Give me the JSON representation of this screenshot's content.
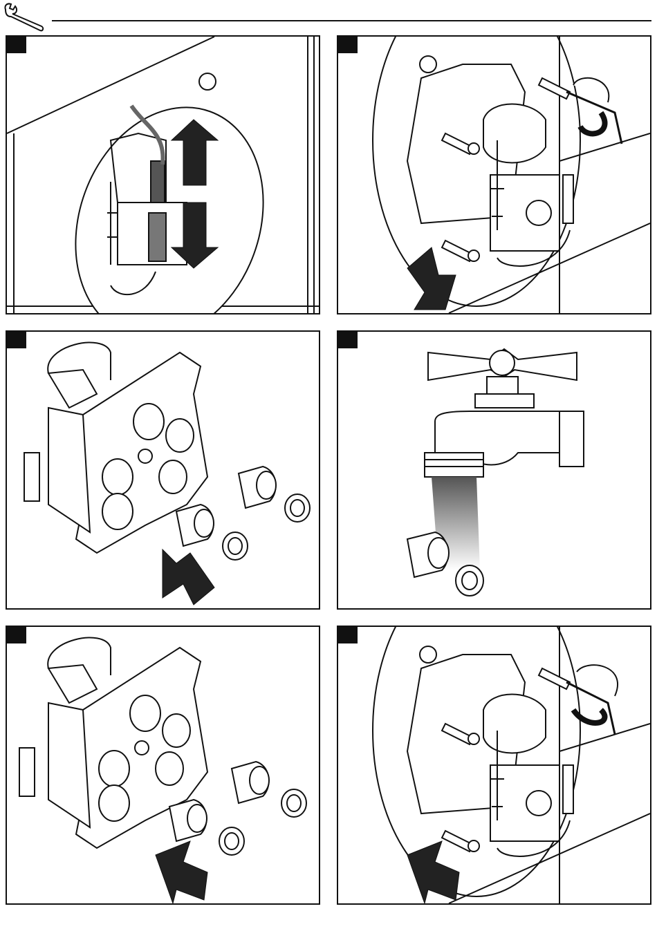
{
  "header": {
    "icon": "wrench-icon"
  },
  "panels": [
    {
      "id": "p1",
      "step_label": "",
      "scene": "valve-in-wall-with-hose-connectors",
      "arrow": "up-down-double-arrow"
    },
    {
      "id": "p2",
      "step_label": "",
      "scene": "valve-body-screws-removal",
      "arrow": "down-right-arrow",
      "tool": "hex-key-icon"
    },
    {
      "id": "p3",
      "step_label": "",
      "scene": "valve-body-check-valves-removed",
      "arrow": "down-right-arrow"
    },
    {
      "id": "p4",
      "step_label": "",
      "scene": "rinse-check-valves-under-faucet",
      "tool": "faucet-icon"
    },
    {
      "id": "p5",
      "step_label": "",
      "scene": "valve-body-check-valves-reinsert",
      "arrow": "up-left-arrow"
    },
    {
      "id": "p6",
      "step_label": "",
      "scene": "valve-body-screws-tighten",
      "arrow": "up-left-arrow",
      "tool": "hex-key-icon"
    }
  ],
  "colors": {
    "line": "#111111",
    "fill": "#ffffff",
    "shade": "#555555"
  }
}
